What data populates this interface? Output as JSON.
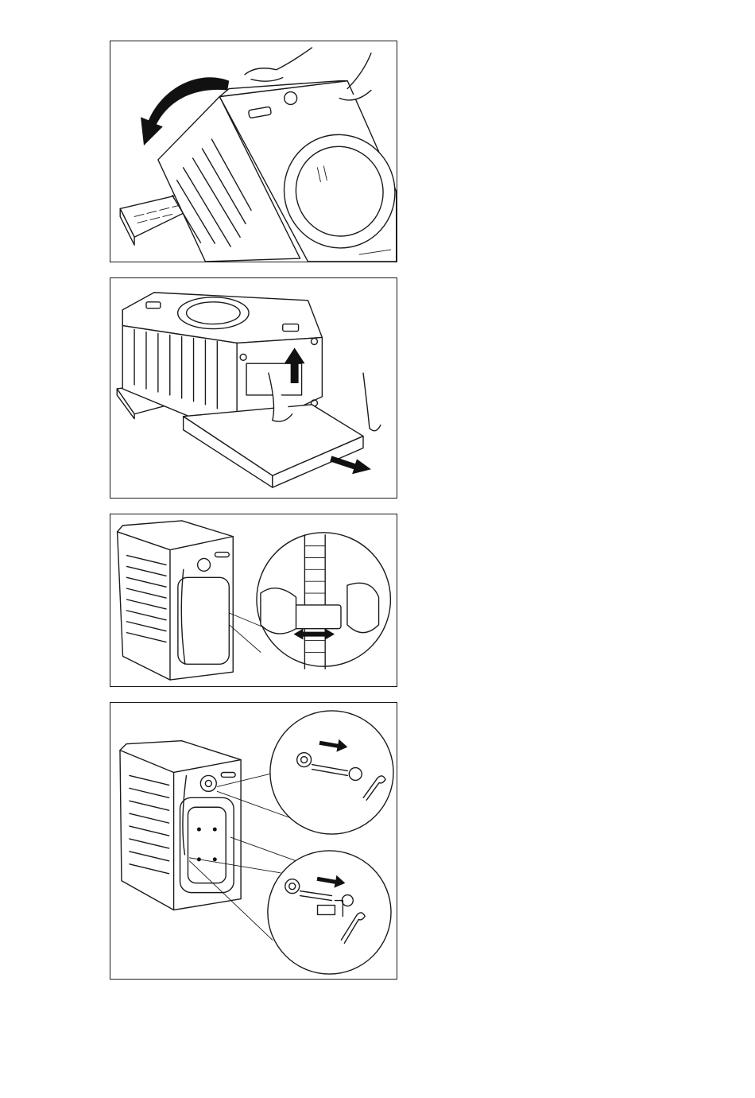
{
  "document": {
    "figures": [
      {
        "id": "tilt-machine-backwards",
        "icon": "curved-arrow-icon"
      },
      {
        "id": "remove-polystyrene-base",
        "icon": "arrow-up-icon"
      },
      {
        "id": "release-hose-clip",
        "icon": "double-arrow-icon"
      },
      {
        "id": "remove-transit-bolts",
        "icon": "spanner-icon"
      }
    ],
    "colors": {
      "line": "#1a1a1a",
      "fill": "#ffffff",
      "arrow": "#111111"
    }
  }
}
